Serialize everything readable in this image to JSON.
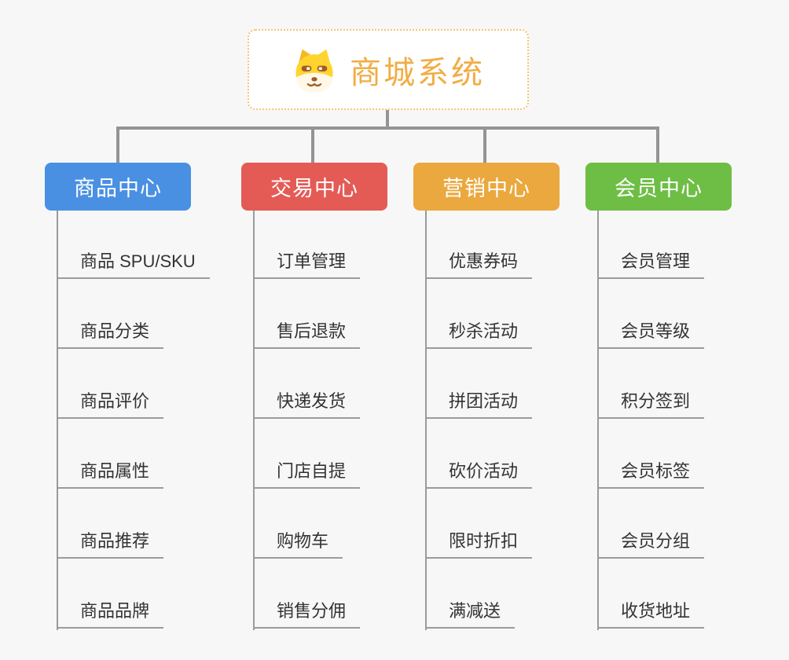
{
  "root": {
    "title": "商城系统",
    "title_color": "#f1ad44",
    "border_color": "#f6c46f",
    "icon": "doge-icon"
  },
  "connector_color": "#949494",
  "leaf_line_color": "#9b9b9b",
  "background_color": "#f7f7f7",
  "branches": [
    {
      "label": "商品中心",
      "color": "#4a90e2",
      "items": [
        "商品 SPU/SKU",
        "商品分类",
        "商品评价",
        "商品属性",
        "商品推荐",
        "商品品牌"
      ]
    },
    {
      "label": "交易中心",
      "color": "#e45b56",
      "items": [
        "订单管理",
        "售后退款",
        "快递发货",
        "门店自提",
        "购物车",
        "销售分佣"
      ]
    },
    {
      "label": "营销中心",
      "color": "#eaa83e",
      "items": [
        "优惠券码",
        "秒杀活动",
        "拼团活动",
        "砍价活动",
        "限时折扣",
        "满减送"
      ]
    },
    {
      "label": "会员中心",
      "color": "#6ebe45",
      "items": [
        "会员管理",
        "会员等级",
        "积分签到",
        "会员标签",
        "会员分组",
        "收货地址"
      ]
    }
  ]
}
